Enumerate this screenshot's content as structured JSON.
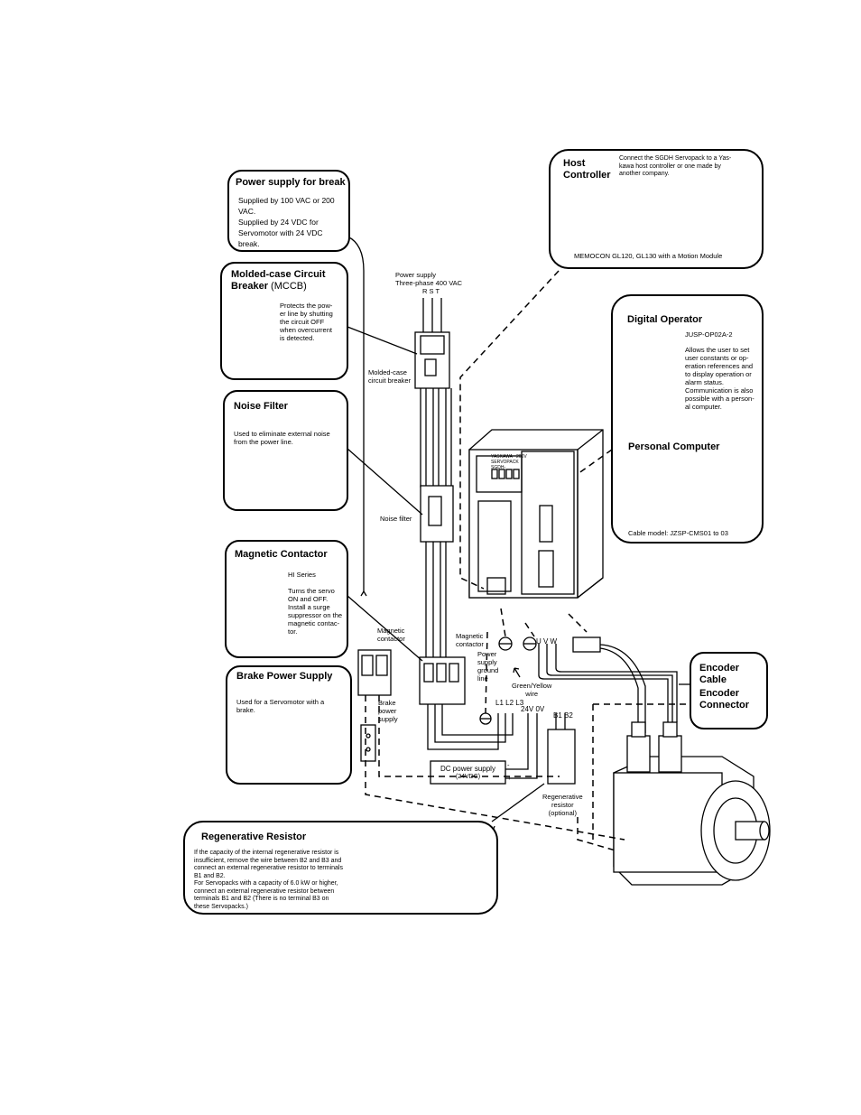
{
  "power_break": {
    "title": "Power supply for break",
    "lines": [
      "Supplied by 100 VAC or 200",
      "VAC.",
      "Supplied by 24 VDC for",
      "Servomotor with 24 VDC",
      "break."
    ]
  },
  "mccb": {
    "title_bold_1": "Molded-case Circuit",
    "title_bold_2": "Breaker",
    "title_suffix": "(MCCB)",
    "lines": [
      "Protects the pow-",
      "er line by shutting",
      "the circuit OFF",
      "when overcurrent",
      "is detected."
    ]
  },
  "noise_filter": {
    "title": "Noise Filter",
    "lines": [
      "Used to eliminate external noise",
      "from the power line."
    ]
  },
  "magnetic_contactor": {
    "title": "Magnetic Contactor",
    "series": "HI Series",
    "lines": [
      "Turns the servo",
      "ON and OFF.",
      "Install a surge",
      "suppressor on the",
      "magnetic contac-",
      "tor."
    ]
  },
  "brake_power": {
    "title": "Brake Power Supply",
    "lines": [
      "Used for a Servomotor with a",
      "brake."
    ]
  },
  "regen": {
    "title": "Regenerative Resistor",
    "lines": [
      "If the capacity of the internal regenerative resistor is",
      "insufficient, remove the wire between B2 and B3 and",
      "connect an external regenerative resistor to terminals",
      "B1 and B2.",
      "For Servopacks with a capacity of 6.0 kW or higher,",
      "connect an external regenerative resistor between",
      "terminals B1 and B2 (There is no terminal B3 on",
      "these Servopacks.)"
    ]
  },
  "host": {
    "title_1": "Host",
    "title_2": "Controller",
    "desc": [
      "Connect the SGDH Servopack to a Yas-",
      "kawa host controller or one made by",
      "another company."
    ],
    "caption": "MEMOCON GL120, GL130 with a Motion Module"
  },
  "digital_operator": {
    "title": "Digital Operator",
    "model": "JUSP-OP02A-2",
    "lines": [
      "Allows the user to set",
      "user constants or op-",
      "eration references and",
      "to display operation or",
      "alarm status.",
      "Communication is also",
      "possible with a person-",
      "al computer."
    ],
    "pc_title": "Personal Computer",
    "cable": "Cable model: JZSP-CMS01 to 03"
  },
  "encoder": {
    "line1": "Encoder",
    "line2": "Cable",
    "line3": "Encoder",
    "line4": "Connector"
  },
  "labels": {
    "power_supply_1": "Power supply",
    "power_supply_2": "Three-phase 400 VAC",
    "rst": "R  S  T",
    "mccb_1": "Molded-case",
    "mccb_2": "circuit breaker",
    "noise_filter": "Noise filter",
    "mag_contactor_1": "Magnetic",
    "mag_contactor_2": "contactor",
    "mag_contactor_b1": "Magnetic",
    "mag_contactor_b2": "contactor",
    "ground_1": "Power",
    "ground_2": "supply",
    "ground_3": "ground",
    "ground_4": "line",
    "gy_1": "Green/Yellow",
    "gy_2": "wire",
    "uvw": "U  V  W",
    "l123": "L1 L2 L3",
    "v24": "24V 0V",
    "b1b2": "B1 B2",
    "brake_ps_1": "Brake",
    "brake_ps_2": "power",
    "brake_ps_3": "supply",
    "dc_ps_1": "DC power supply",
    "dc_ps_2": "(24VDC)",
    "regen_1": "Regenerative",
    "regen_2": "resistor",
    "regen_3": "(optional)",
    "minus": "-",
    "plus": "+"
  },
  "servopack": {
    "brand": "YASKAWA",
    "product": "SERVOPACK",
    "voltage": "200V",
    "model": "SGDH-"
  }
}
